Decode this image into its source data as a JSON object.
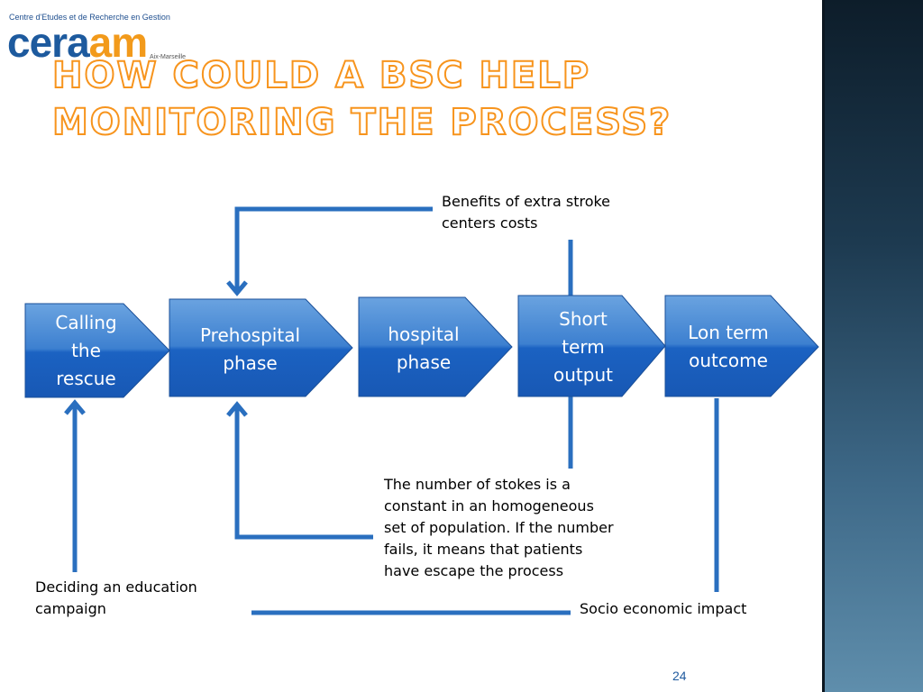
{
  "logo": {
    "tagline": "Centre d'Etudes et de Recherche en Gestion",
    "word_part1": "cera",
    "word_part2": "am",
    "city": "Aix-Marseille"
  },
  "title": "How could a BSC help monitoring the process?",
  "process_steps": [
    {
      "label_lines": [
        "Calling",
        "the",
        "rescue"
      ]
    },
    {
      "label_lines": [
        "Prehospital",
        "phase"
      ]
    },
    {
      "label_lines": [
        "hospital",
        "phase"
      ]
    },
    {
      "label_lines": [
        "Short",
        "term",
        "output"
      ]
    },
    {
      "label_lines": [
        "Lon term",
        "outcome"
      ]
    }
  ],
  "notes": {
    "benefits": "Benefits of extra stroke centers costs",
    "strokes": "The number of stokes is a constant in an homogeneous set of population. If the number fails, it means that patients have escape the process",
    "education": "Deciding an education campaign",
    "socio": "Socio economic impact"
  },
  "page_number": "24",
  "colors": {
    "accent": "#f7941d",
    "shape_top": "#4f8fd6",
    "shape_bottom": "#1b5fbd",
    "connector": "#2a6fbf"
  }
}
